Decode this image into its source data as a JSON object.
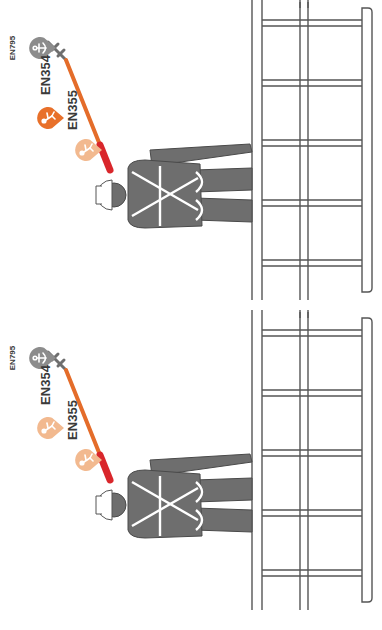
{
  "diagram": {
    "labels": [
      "EN795",
      "EN354",
      "EN355",
      "EN795",
      "EN354",
      "EN355"
    ]
  }
}
